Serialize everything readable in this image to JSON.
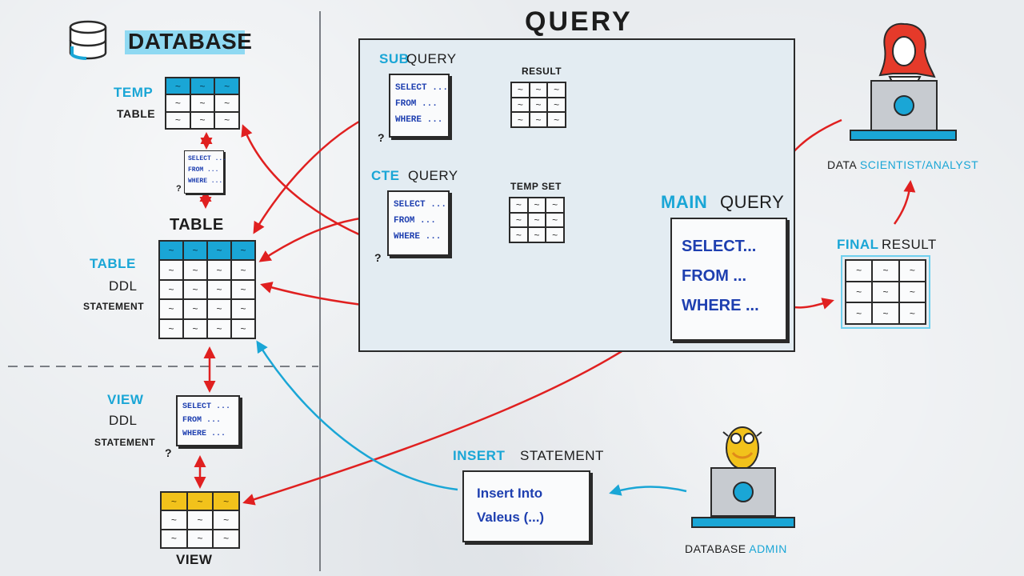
{
  "title": "Query",
  "database": {
    "label": "Database",
    "temp_table": {
      "line1": "Temp",
      "line2": "Table"
    },
    "table": "Table",
    "table_ddl": {
      "line1": "Table",
      "line2": "DDL",
      "line3": "Statement"
    },
    "view_ddl": {
      "line1": "View",
      "line2": "DDL",
      "line3": "Statement"
    },
    "view": "View"
  },
  "subquery": {
    "label_a": "Sub",
    "label_b": "Query",
    "result": "Result"
  },
  "cte": {
    "label_a": "CTE",
    "label_b": "Query",
    "temp_set": "Temp Set"
  },
  "main_query": {
    "label_a": "Main",
    "label_b": "Query"
  },
  "final_result": {
    "label_a": "Final",
    "label_b": "Result"
  },
  "data_scientist": {
    "a": "Data ",
    "b": "Scientist/Analyst"
  },
  "insert_statement": {
    "label_a": "Insert",
    "label_b": "Statement"
  },
  "database_admin": {
    "a": "Database ",
    "b": "Admin"
  },
  "sql": {
    "select": "Select ...",
    "from": "From ...",
    "where": "Where ...",
    "select_main": "Select...",
    "from_main": "From ...",
    "where_main": "Where ...",
    "insert_into": "Insert Into",
    "values": "Valeus (...)"
  },
  "question": "?",
  "cell": "~",
  "colors": {
    "accent_blue": "#1aa6d6",
    "arrow_red": "#e02020",
    "sql_blue": "#1e3fb0",
    "view_yellow": "#f2c21b"
  }
}
